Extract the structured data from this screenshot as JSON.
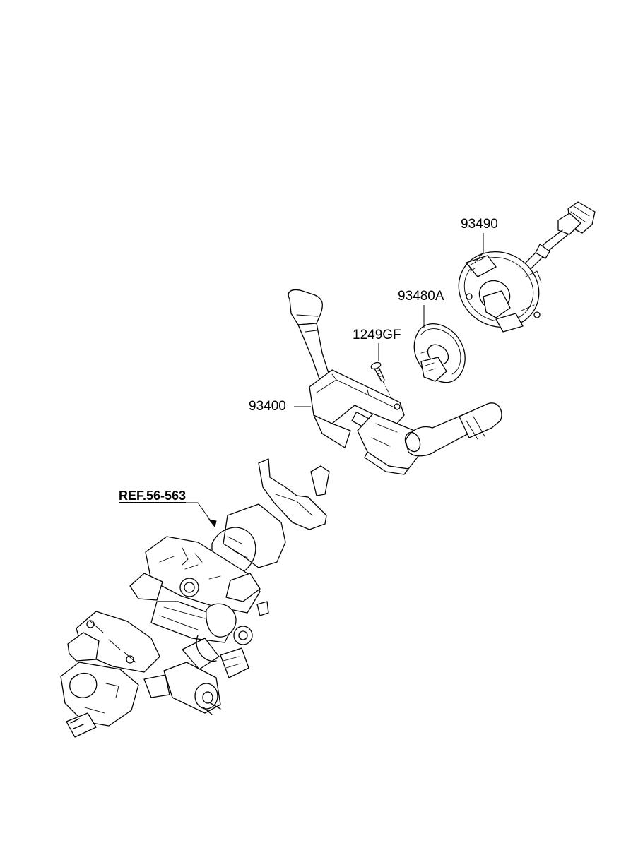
{
  "labels": {
    "part_93490": "93490",
    "part_93480A": "93480A",
    "part_1249GF": "1249GF",
    "part_93400": "93400",
    "ref": "REF.56-563"
  }
}
